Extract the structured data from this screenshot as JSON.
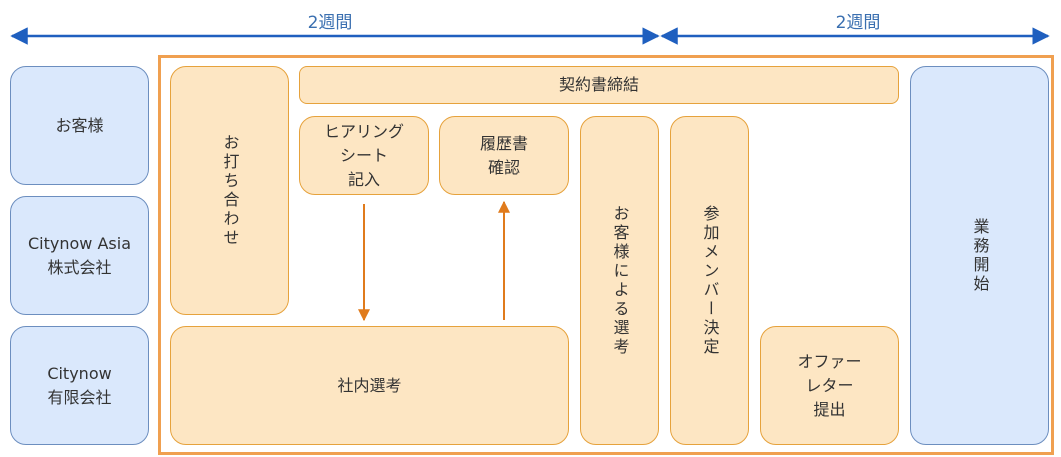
{
  "timeline": {
    "period_left": "2週間",
    "period_right": "2週間"
  },
  "actors": {
    "client": "お客様",
    "asia": "Citynow Asia\n株式会社",
    "yugen": "Citynow\n有限会社"
  },
  "steps": {
    "meeting": "お打ち合わせ",
    "contract": "契約書締結",
    "hearing": "ヒアリング\nシート\n記入",
    "resume": "履歴書\n確認",
    "internal": "社内選考",
    "client_select": "お客様による選考",
    "member": "参加メンバー決定",
    "offer": "オファー\nレター\n提出",
    "start": "業務開始"
  },
  "colors": {
    "blue_fill": "#dae8fc",
    "orange_fill": "#fde6c3",
    "frame": "#f0a050",
    "timeline": "#1f5fbf",
    "flow_arrow": "#e07b1c"
  }
}
